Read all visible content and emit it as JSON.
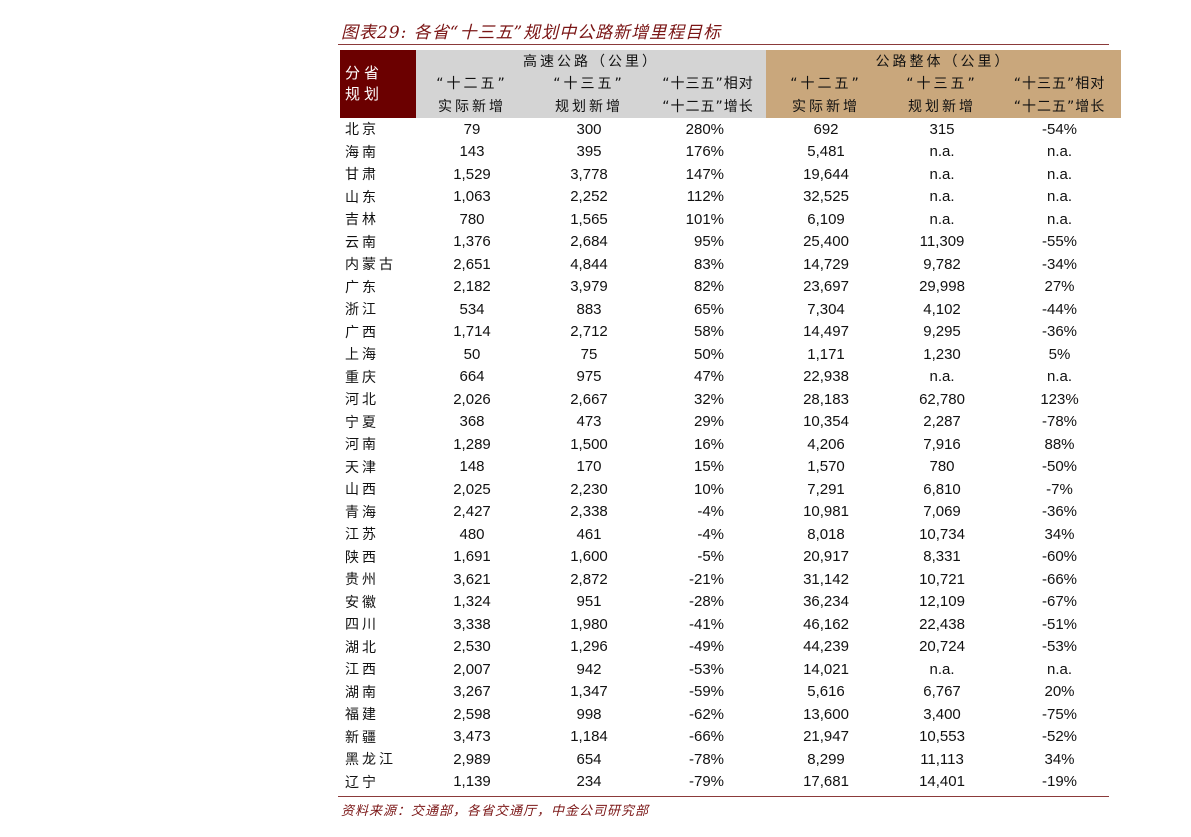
{
  "title": "图表29: 各省“十三五”规划中公路新增里程目标",
  "header": {
    "province": "分省规划",
    "groups": [
      "高速公路（公里）",
      "公路整体（公里）"
    ],
    "sub_line1": [
      "“十二五”",
      "“十三五”",
      "“十三五”相对",
      "“十二五”",
      "“十三五”",
      "“十三五”相对"
    ],
    "sub_line2": [
      "实际新增",
      "规划新增",
      "“十二五”增长",
      "实际新增",
      "规划新增",
      "“十二五”增长"
    ]
  },
  "rows": [
    [
      "北京",
      "79",
      "300",
      "280%",
      "692",
      "315",
      "-54%"
    ],
    [
      "海南",
      "143",
      "395",
      "176%",
      "5,481",
      "n.a.",
      "n.a."
    ],
    [
      "甘肃",
      "1,529",
      "3,778",
      "147%",
      "19,644",
      "n.a.",
      "n.a."
    ],
    [
      "山东",
      "1,063",
      "2,252",
      "112%",
      "32,525",
      "n.a.",
      "n.a."
    ],
    [
      "吉林",
      "780",
      "1,565",
      "101%",
      "6,109",
      "n.a.",
      "n.a."
    ],
    [
      "云南",
      "1,376",
      "2,684",
      "95%",
      "25,400",
      "11,309",
      "-55%"
    ],
    [
      "内蒙古",
      "2,651",
      "4,844",
      "83%",
      "14,729",
      "9,782",
      "-34%"
    ],
    [
      "广东",
      "2,182",
      "3,979",
      "82%",
      "23,697",
      "29,998",
      "27%"
    ],
    [
      "浙江",
      "534",
      "883",
      "65%",
      "7,304",
      "4,102",
      "-44%"
    ],
    [
      "广西",
      "1,714",
      "2,712",
      "58%",
      "14,497",
      "9,295",
      "-36%"
    ],
    [
      "上海",
      "50",
      "75",
      "50%",
      "1,171",
      "1,230",
      "5%"
    ],
    [
      "重庆",
      "664",
      "975",
      "47%",
      "22,938",
      "n.a.",
      "n.a."
    ],
    [
      "河北",
      "2,026",
      "2,667",
      "32%",
      "28,183",
      "62,780",
      "123%"
    ],
    [
      "宁夏",
      "368",
      "473",
      "29%",
      "10,354",
      "2,287",
      "-78%"
    ],
    [
      "河南",
      "1,289",
      "1,500",
      "16%",
      "4,206",
      "7,916",
      "88%"
    ],
    [
      "天津",
      "148",
      "170",
      "15%",
      "1,570",
      "780",
      "-50%"
    ],
    [
      "山西",
      "2,025",
      "2,230",
      "10%",
      "7,291",
      "6,810",
      "-7%"
    ],
    [
      "青海",
      "2,427",
      "2,338",
      "-4%",
      "10,981",
      "7,069",
      "-36%"
    ],
    [
      "江苏",
      "480",
      "461",
      "-4%",
      "8,018",
      "10,734",
      "34%"
    ],
    [
      "陕西",
      "1,691",
      "1,600",
      "-5%",
      "20,917",
      "8,331",
      "-60%"
    ],
    [
      "贵州",
      "3,621",
      "2,872",
      "-21%",
      "31,142",
      "10,721",
      "-66%"
    ],
    [
      "安徽",
      "1,324",
      "951",
      "-28%",
      "36,234",
      "12,109",
      "-67%"
    ],
    [
      "四川",
      "3,338",
      "1,980",
      "-41%",
      "46,162",
      "22,438",
      "-51%"
    ],
    [
      "湖北",
      "2,530",
      "1,296",
      "-49%",
      "44,239",
      "20,724",
      "-53%"
    ],
    [
      "江西",
      "2,007",
      "942",
      "-53%",
      "14,021",
      "n.a.",
      "n.a."
    ],
    [
      "湖南",
      "3,267",
      "1,347",
      "-59%",
      "5,616",
      "6,767",
      "20%"
    ],
    [
      "福建",
      "2,598",
      "998",
      "-62%",
      "13,600",
      "3,400",
      "-75%"
    ],
    [
      "新疆",
      "3,473",
      "1,184",
      "-66%",
      "21,947",
      "10,553",
      "-52%"
    ],
    [
      "黑龙江",
      "2,989",
      "654",
      "-78%",
      "8,299",
      "11,113",
      "34%"
    ],
    [
      "辽宁",
      "1,139",
      "234",
      "-79%",
      "17,681",
      "14,401",
      "-19%"
    ]
  ],
  "source": "资料来源：交通部，各省交通厅，中金公司研究部",
  "colors": {
    "title": "#7a1515",
    "province_header_bg": "#6b0000",
    "expressway_header_bg": "#d4d4d4",
    "highway_header_bg": "#c9a77c",
    "rule": "#8b3a3a"
  }
}
